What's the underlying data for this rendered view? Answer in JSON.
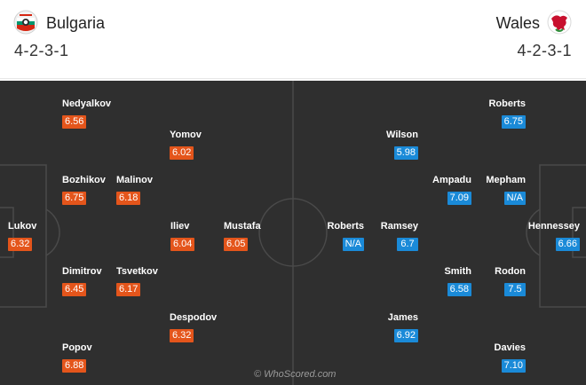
{
  "home": {
    "name": "Bulgaria",
    "formation": "4-2-3-1",
    "badge_icon": "bulgaria-crest-icon",
    "rating_color": "#e4551b",
    "players": [
      {
        "name": "Nedyalkov",
        "rating": "6.56"
      },
      {
        "name": "Yomov",
        "rating": "6.02"
      },
      {
        "name": "Bozhikov",
        "rating": "6.75"
      },
      {
        "name": "Malinov",
        "rating": "6.18"
      },
      {
        "name": "Lukov",
        "rating": "6.32"
      },
      {
        "name": "Iliev",
        "rating": "6.04"
      },
      {
        "name": "Mustafa",
        "rating": "6.05"
      },
      {
        "name": "Dimitrov",
        "rating": "6.45"
      },
      {
        "name": "Tsvetkov",
        "rating": "6.17"
      },
      {
        "name": "Despodov",
        "rating": "6.32"
      },
      {
        "name": "Popov",
        "rating": "6.88"
      }
    ]
  },
  "away": {
    "name": "Wales",
    "formation": "4-2-3-1",
    "badge_icon": "wales-dragon-crest-icon",
    "rating_color": "#1a8ad8",
    "players": [
      {
        "name": "Roberts",
        "rating": "6.75"
      },
      {
        "name": "Wilson",
        "rating": "5.98"
      },
      {
        "name": "Ampadu",
        "rating": "7.09"
      },
      {
        "name": "Mepham",
        "rating": "N/A"
      },
      {
        "name": "Roberts",
        "rating": "N/A"
      },
      {
        "name": "Ramsey",
        "rating": "6.7"
      },
      {
        "name": "Hennessey",
        "rating": "6.66"
      },
      {
        "name": "Smith",
        "rating": "6.58"
      },
      {
        "name": "Rodon",
        "rating": "7.5"
      },
      {
        "name": "James",
        "rating": "6.92"
      },
      {
        "name": "Davies",
        "rating": "7.10"
      }
    ]
  },
  "pitch_color": "#2f2f2f",
  "watermark": "© WhoScored.com"
}
